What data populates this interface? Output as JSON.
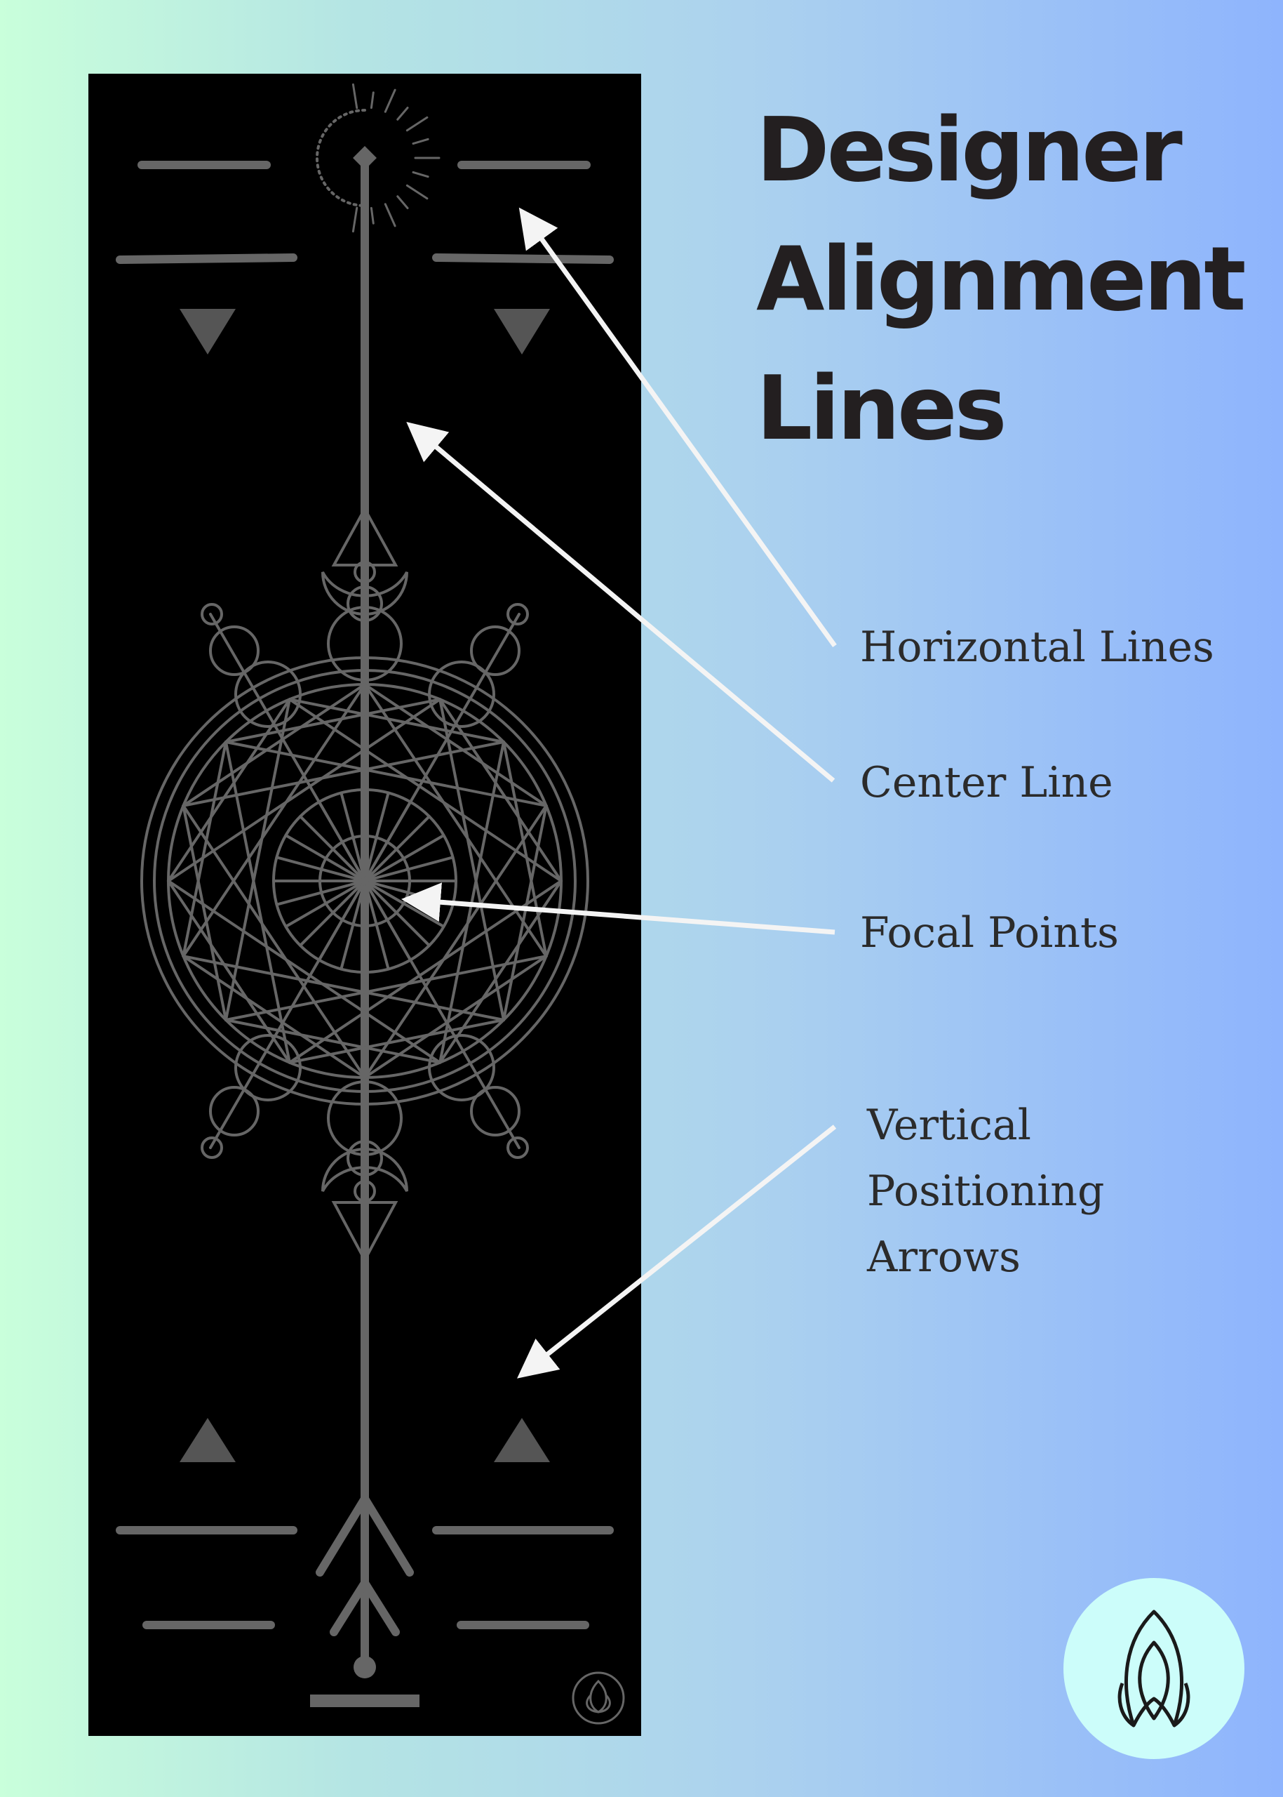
{
  "title": {
    "lines": [
      "Designer",
      "Alignment",
      "Lines"
    ]
  },
  "labels": {
    "horizontal_lines": "Horizontal Lines",
    "center_line": "Center Line",
    "focal_points": "Focal Points",
    "vertical_arrows": [
      "Vertical",
      "Positioning",
      "Arrows"
    ]
  },
  "colors": {
    "background_left": "#c9ffdb",
    "background_right": "#8eb4fd",
    "mat": "#000000",
    "mat_lines": "#666666",
    "text": "#231f20",
    "callout_arrow": "#f4f4f4",
    "logo_badge": "#ccfdfa"
  },
  "icons": {
    "mat_logo": "lotus-icon",
    "badge_logo": "lotus-icon"
  }
}
